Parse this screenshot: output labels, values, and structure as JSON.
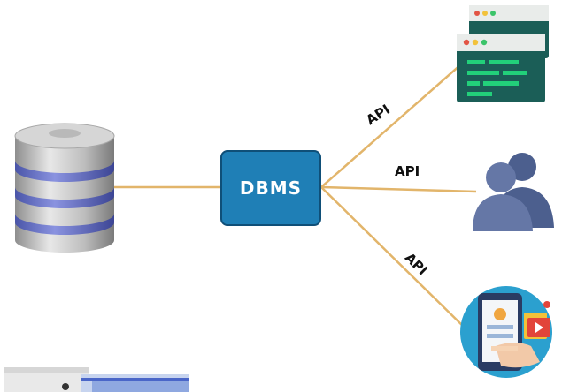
{
  "center_label": "DBMS",
  "connections": [
    {
      "target": "servers",
      "label": "API"
    },
    {
      "target": "users",
      "label": "API"
    },
    {
      "target": "mobile-app",
      "label": "API"
    }
  ],
  "icons": {
    "database": "database-icon",
    "servers": "server-windows-icon",
    "users": "users-icon",
    "mobile": "mobile-app-icon",
    "thumbnail": "thumbnail-icon"
  },
  "colors": {
    "line": "#e2b56b",
    "dbms_fill": "#1f7fb6",
    "dbms_border": "#0f4f78",
    "user_icon": "#5a6d9a",
    "window_dark": "#1b5e57",
    "terminal_green": "#22d07a"
  }
}
